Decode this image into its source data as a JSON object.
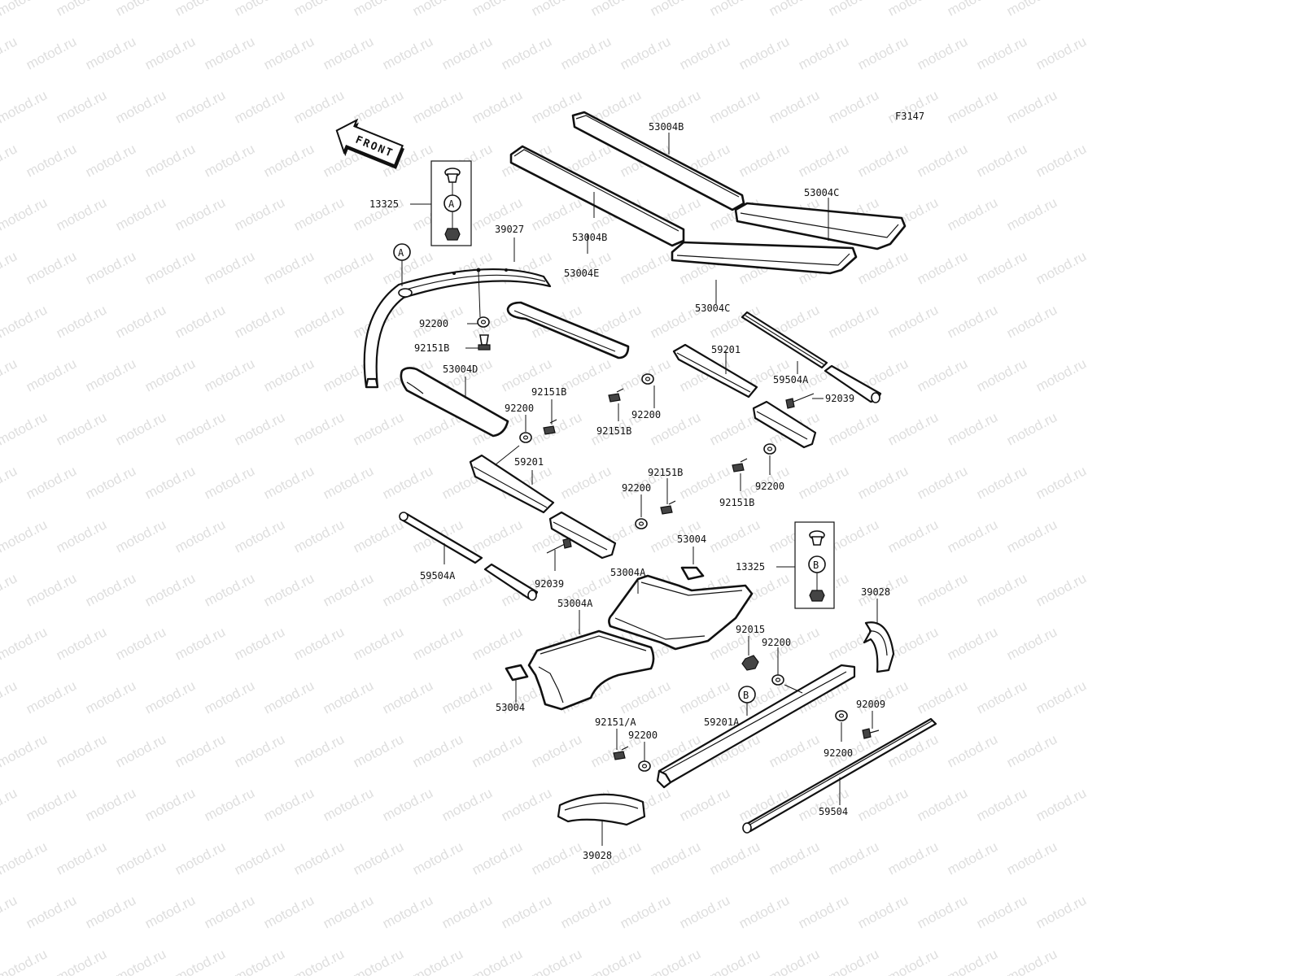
{
  "diagram": {
    "figure_code": "F3147",
    "front_label": "FRONT",
    "watermark": "motod.ru",
    "ref_a": "A",
    "ref_b": "B",
    "labels": {
      "p53004B_top": "53004B",
      "p53004B_mid": "53004B",
      "p53004C_right": "53004C",
      "p53004C_mid": "53004C",
      "p13325_top": "13325",
      "p39027": "39027",
      "p53004E": "53004E",
      "p92200_a": "92200",
      "p92151B_a": "92151B",
      "p53004D": "53004D",
      "p92151B_b": "92151B",
      "p92200_b": "92200",
      "p59201_right": "59201",
      "p59504A_right": "59504A",
      "p92039_right": "92039",
      "p92200_c": "92200",
      "p92151B_c": "92151B",
      "p59201_left": "59201",
      "p92151B_d": "92151B",
      "p92200_d": "92200",
      "p92200_e": "92200",
      "p92151B_e": "92151B",
      "p59504A_left": "59504A",
      "p92039_left": "92039",
      "p53004_right": "53004",
      "p53004A_right": "53004A",
      "p13325_bottom": "13325",
      "p39028_right": "39028",
      "p53004A_left": "53004A",
      "p92015": "92015",
      "p92200_f": "92200",
      "p53004_left": "53004",
      "p92009": "92009",
      "p92151A": "92151/A",
      "p92200_g": "92200",
      "p59201A": "59201A",
      "p92200_h": "92200",
      "p59504": "59504",
      "p39028_left": "39028"
    }
  }
}
